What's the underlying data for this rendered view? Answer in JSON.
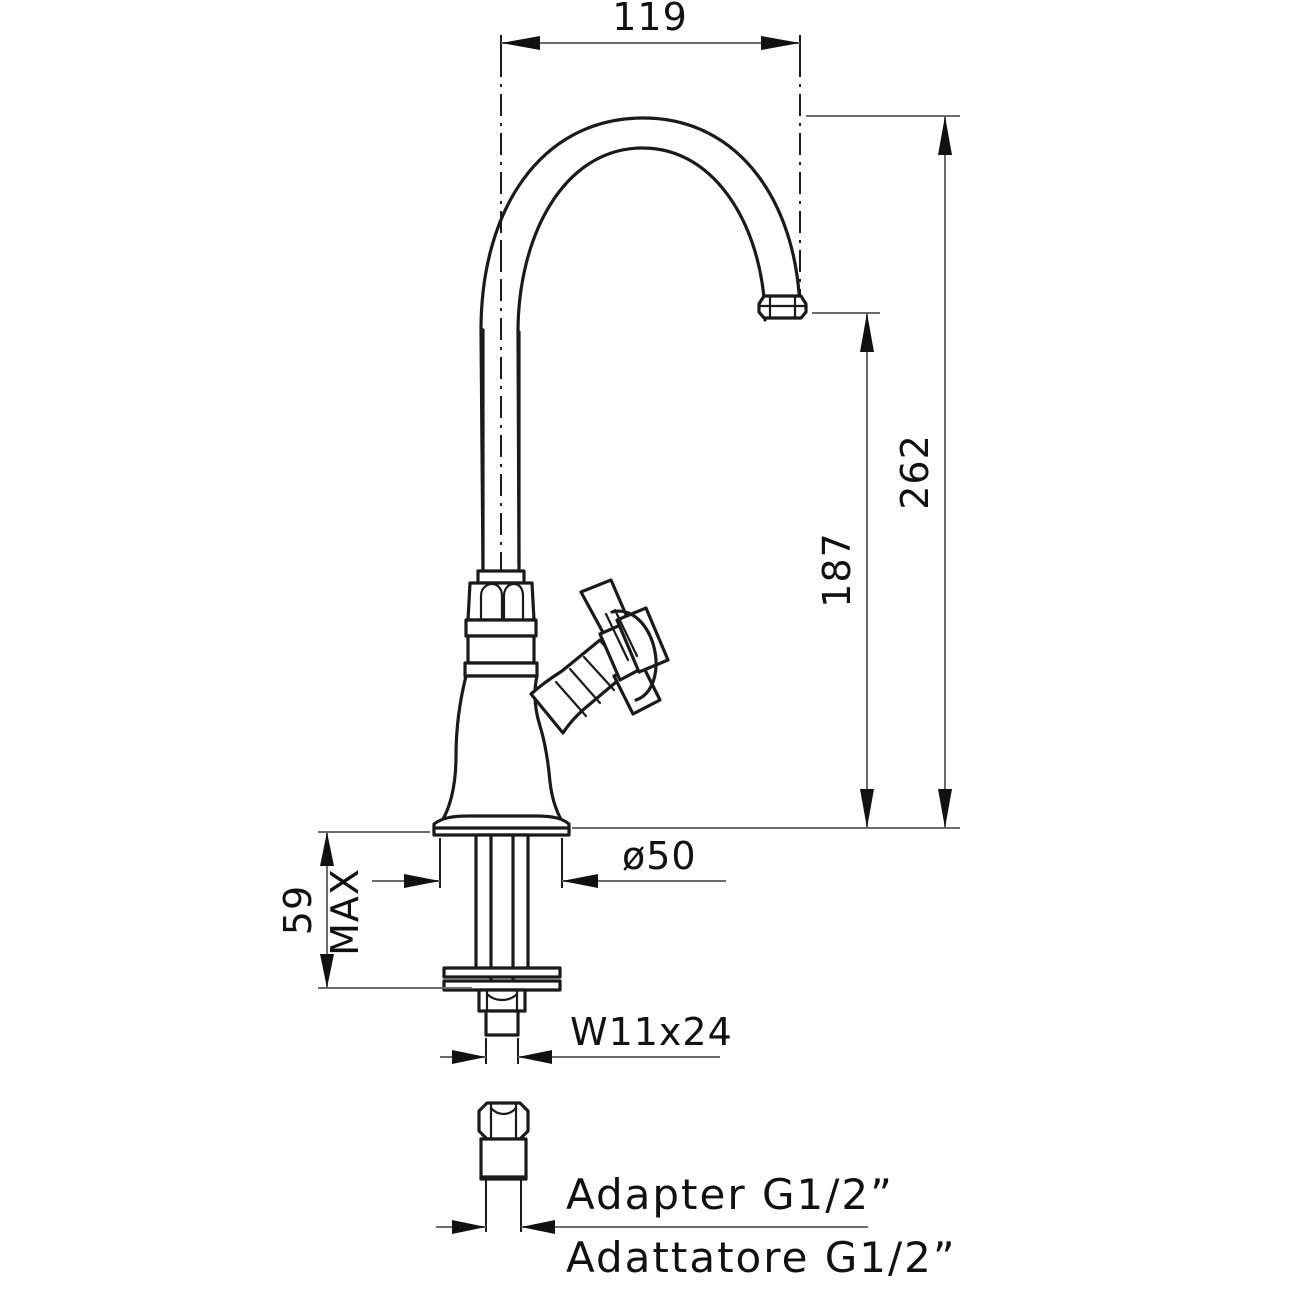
{
  "drawing": {
    "title": "Faucet technical dimension drawing",
    "units": "mm",
    "line_color": "#1a1a1a",
    "dim_line_color": "#6b6b6b"
  },
  "dimensions": {
    "spout_reach": {
      "value": "119",
      "orientation": "horizontal",
      "position": "top"
    },
    "overall_height": {
      "value": "262",
      "orientation": "vertical",
      "position": "right-outer"
    },
    "spout_height": {
      "value": "187",
      "orientation": "vertical",
      "position": "right-inner"
    },
    "max_thickness": {
      "value": "59",
      "qualifier": "MAX",
      "orientation": "vertical",
      "position": "left"
    },
    "base_diameter": {
      "value": "ø50",
      "orientation": "horizontal",
      "position": "middle-right"
    },
    "thread_size": {
      "value": "W11x24",
      "orientation": "horizontal",
      "position": "bottom"
    }
  },
  "adapter": {
    "label_en": "Adapter  G1/2”",
    "label_it": "Adattatore  G1/2”"
  }
}
